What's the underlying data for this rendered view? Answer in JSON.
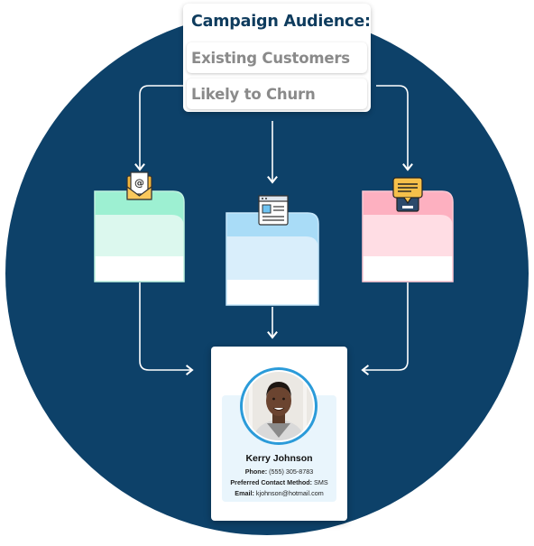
{
  "audience": {
    "title": "Campaign Audience:",
    "rows": [
      "Existing Customers",
      "Likely to Churn"
    ]
  },
  "channels": [
    {
      "icon": "email-icon",
      "color": "#c1f5e0"
    },
    {
      "icon": "web-page-icon",
      "color": "#c6e7fb"
    },
    {
      "icon": "sms-chat-icon",
      "color": "#ffc7d2"
    }
  ],
  "profile": {
    "name": "Kerry Johnson",
    "phone_label": "Phone:",
    "phone_value": "(555) 305-8783",
    "contact_label": "Preferred Contact Method:",
    "contact_value": "SMS",
    "email_label": "Email:",
    "email_value": "kjohnson@hotmail.com"
  },
  "colors": {
    "circle": "#0d4169",
    "accent": "#2b9bd9"
  }
}
